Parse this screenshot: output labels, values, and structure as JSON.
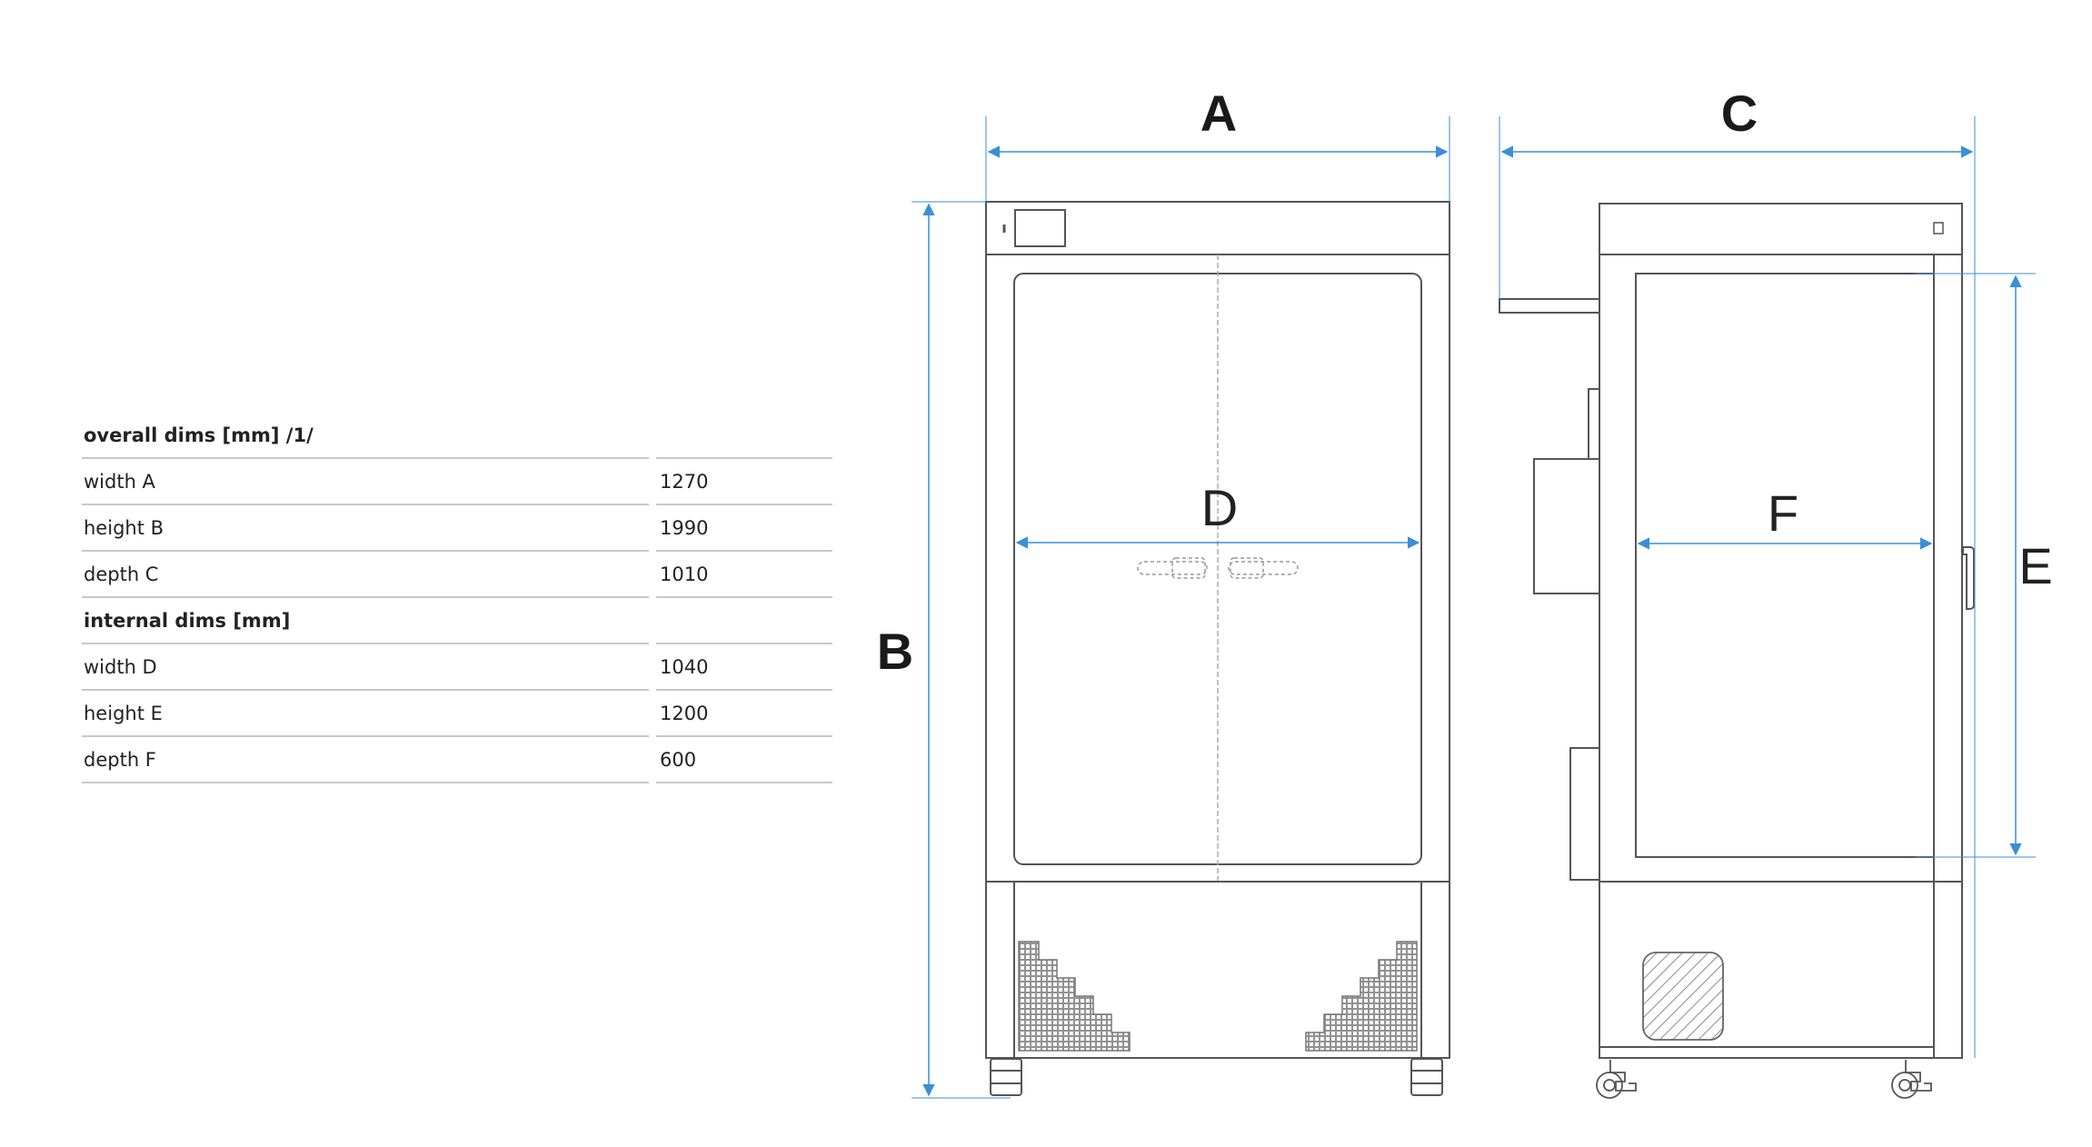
{
  "table": {
    "rows": [
      {
        "type": "section",
        "label": "overall dims [mm] /1/",
        "value": ""
      },
      {
        "type": "row",
        "label": "width A",
        "value": "1270"
      },
      {
        "type": "row",
        "label": "height B",
        "value": "1990"
      },
      {
        "type": "row",
        "label": "depth C",
        "value": "1010"
      },
      {
        "type": "section",
        "label": "internal dims [mm]",
        "value": ""
      },
      {
        "type": "row",
        "label": "width D",
        "value": "1040"
      },
      {
        "type": "row",
        "label": "height E",
        "value": "1200"
      },
      {
        "type": "row",
        "label": "depth F",
        "value": "600"
      }
    ]
  },
  "drawing": {
    "labels": {
      "A": "A",
      "B": "B",
      "C": "C",
      "D": "D",
      "E": "E",
      "F": "F"
    },
    "dimension_color": "#3a8fd6",
    "line_color": "#555555"
  }
}
